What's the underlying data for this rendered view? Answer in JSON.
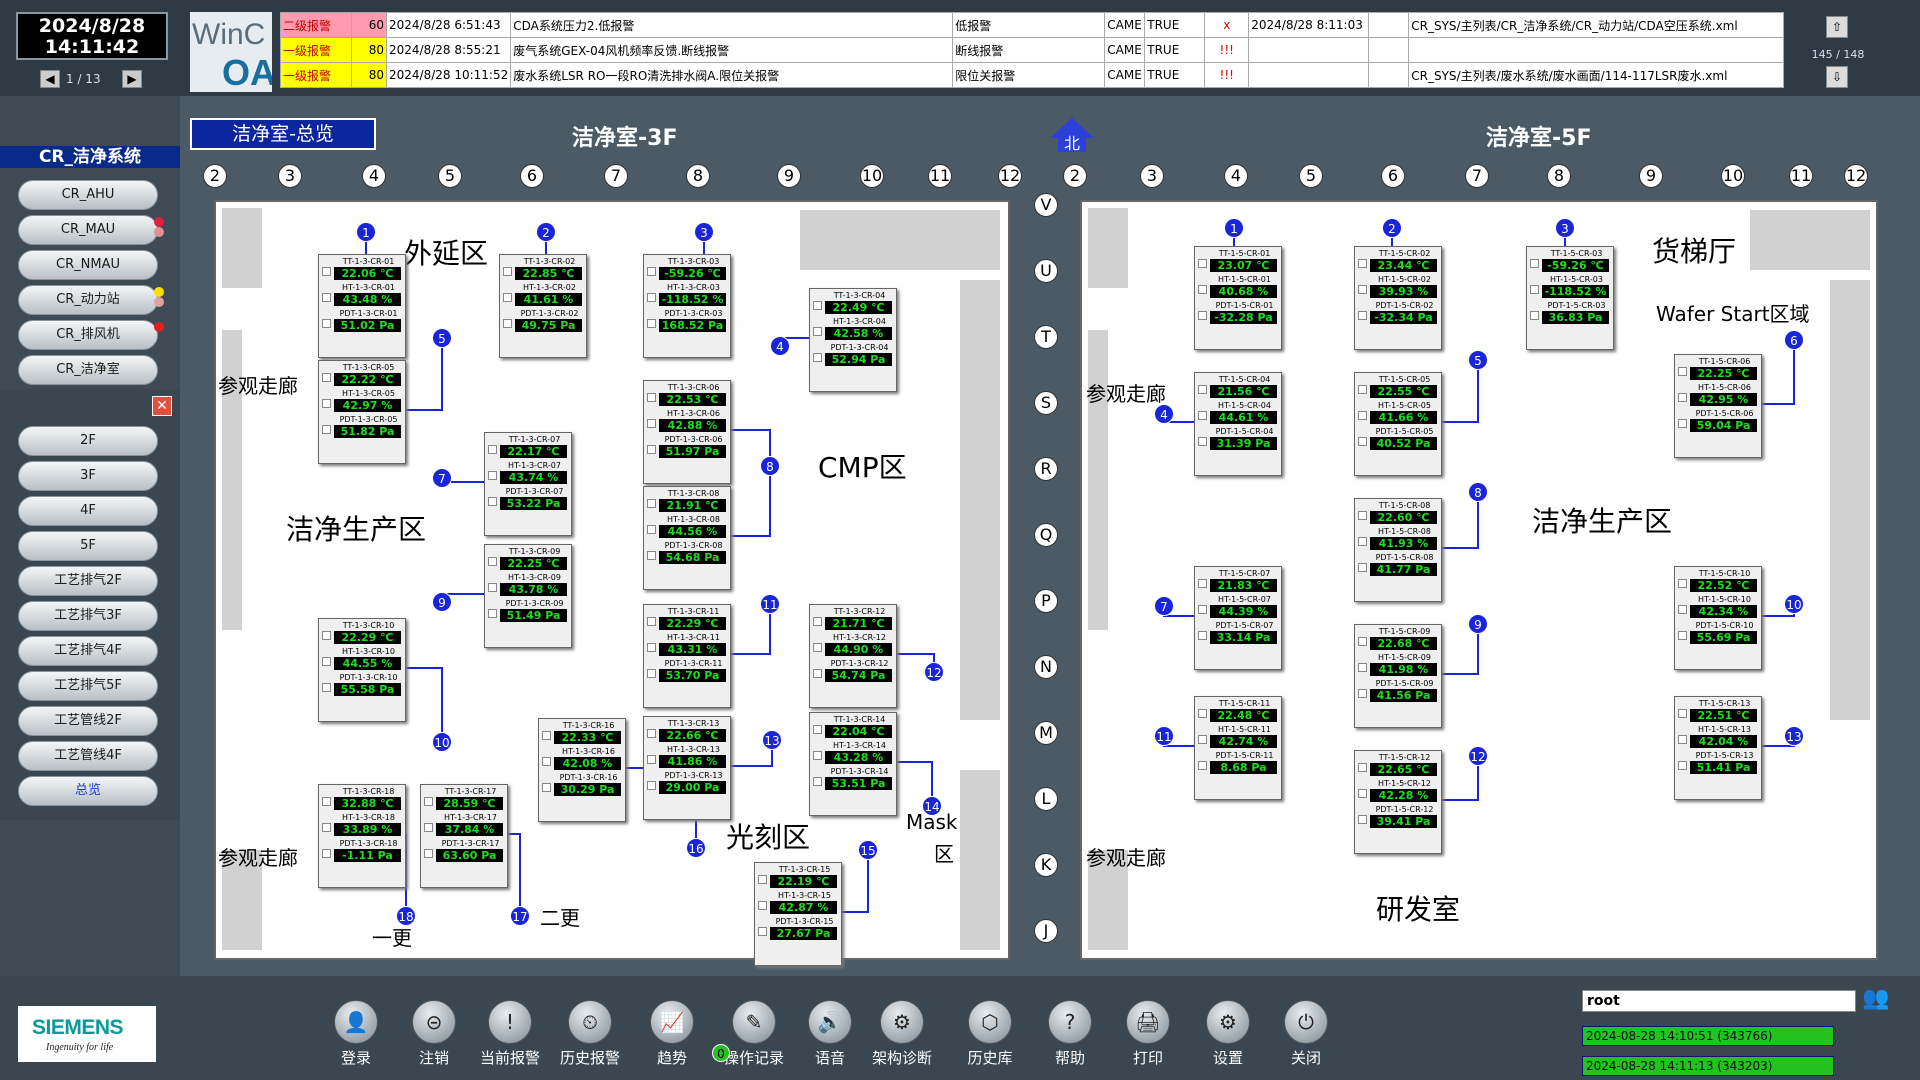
{
  "clock": {
    "date": "2024/8/28",
    "time": "14:11:42"
  },
  "pagenav": {
    "text": "1 / 13"
  },
  "logo": {
    "l1": "WinC",
    "l2": "OA"
  },
  "alarms": [
    {
      "level": "二级报警",
      "prio": "60",
      "time": "2024/8/28 6:51:43",
      "text": "CDA系统压力2.低报警",
      "type": "低报警",
      "state": "CAME",
      "ack": "TRUE",
      "flag": "x",
      "ackTime": "2024/8/28 8:11:03",
      "extra": "",
      "path": "CR_SYS/主列表/CR_洁净系统/CR_动力站/CDA空压系统.xml",
      "color": "#ff9bb0"
    },
    {
      "level": "一级报警",
      "prio": "80",
      "time": "2024/8/28 8:55:21",
      "text": "废气系统GEX-04风机频率反馈.断线报警",
      "type": "断线报警",
      "state": "CAME",
      "ack": "TRUE",
      "flag": "!!!",
      "ackTime": "",
      "extra": "",
      "path": "",
      "color": "#ffff00"
    },
    {
      "level": "一级报警",
      "prio": "80",
      "time": "2024/8/28 10:11:52",
      "text": "废水系统LSR RO一段RO清洗排水阀A.限位关报警",
      "type": "限位关报警",
      "state": "CAME",
      "ack": "TRUE",
      "flag": "!!!",
      "ackTime": "",
      "extra": "",
      "path": "CR_SYS/主列表/废水系统/废水画面/114-117LSR废水.xml",
      "color": "#ffff00"
    }
  ],
  "alarmcount": "145 / 148",
  "system_title": "CR_洁净系统",
  "system_buttons": [
    "CR_AHU",
    "CR_MAU",
    "CR_NMAU",
    "CR_动力站",
    "CR_排风机",
    "CR_洁净室"
  ],
  "floor_buttons": [
    "2F",
    "3F",
    "4F",
    "5F",
    "工艺排气2F",
    "工艺排气3F",
    "工艺排气4F",
    "工艺排气5F",
    "工艺管线2F",
    "工艺管线4F",
    "总览"
  ],
  "tab_overview": "洁净室-总览",
  "north": "北",
  "floor3": {
    "title": "洁净室-3F",
    "zones": [
      "外延区",
      "参观走廊",
      "洁净生产区",
      "CMP区",
      "参观走廊",
      "光刻区",
      "Mask",
      "区",
      "一更",
      "二更"
    ]
  },
  "floor5": {
    "title": "洁净室-5F",
    "zones": [
      "货梯厅",
      "Wafer Start区域",
      "参观走廊",
      "洁净生产区",
      "参观走廊",
      "研发室"
    ]
  },
  "cols3": [
    "2",
    "3",
    "4",
    "5",
    "6",
    "7",
    "8",
    "9",
    "10",
    "11",
    "12"
  ],
  "cols5": [
    "2",
    "3",
    "4",
    "5",
    "6",
    "7",
    "8",
    "9",
    "10",
    "11",
    "12"
  ],
  "rows": [
    "V",
    "U",
    "T",
    "S",
    "R",
    "Q",
    "P",
    "N",
    "M",
    "L",
    "K",
    "J"
  ],
  "sensors3": [
    {
      "n": "01",
      "t": "22.06 ℃",
      "h": "43.48 %",
      "p": "51.02 Pa"
    },
    {
      "n": "02",
      "t": "22.85 ℃",
      "h": "41.61 %",
      "p": "49.75 Pa"
    },
    {
      "n": "03",
      "t": "-59.26 ℃",
      "h": "-118.52 %",
      "p": "168.52 Pa"
    },
    {
      "n": "04",
      "t": "22.49 ℃",
      "h": "42.58 %",
      "p": "52.94 Pa"
    },
    {
      "n": "05",
      "t": "22.22 ℃",
      "h": "42.97 %",
      "p": "51.82 Pa"
    },
    {
      "n": "06",
      "t": "22.53 ℃",
      "h": "42.88 %",
      "p": "51.97 Pa"
    },
    {
      "n": "07",
      "t": "22.17 ℃",
      "h": "43.74 %",
      "p": "53.22 Pa"
    },
    {
      "n": "08",
      "t": "21.91 ℃",
      "h": "44.56 %",
      "p": "54.68 Pa"
    },
    {
      "n": "09",
      "t": "22.25 ℃",
      "h": "43.78 %",
      "p": "51.49 Pa"
    },
    {
      "n": "10",
      "t": "22.29 ℃",
      "h": "44.55 %",
      "p": "55.58 Pa"
    },
    {
      "n": "11",
      "t": "22.29 ℃",
      "h": "43.31 %",
      "p": "53.70 Pa"
    },
    {
      "n": "12",
      "t": "21.71 ℃",
      "h": "44.90 %",
      "p": "54.74 Pa"
    },
    {
      "n": "13",
      "t": "22.66 ℃",
      "h": "41.86 %",
      "p": "29.00 Pa"
    },
    {
      "n": "14",
      "t": "22.04 ℃",
      "h": "43.28 %",
      "p": "53.51 Pa"
    },
    {
      "n": "15",
      "t": "22.19 ℃",
      "h": "42.87 %",
      "p": "27.67 Pa"
    },
    {
      "n": "16",
      "t": "22.33 ℃",
      "h": "42.08 %",
      "p": "30.29 Pa"
    },
    {
      "n": "17",
      "t": "28.59 ℃",
      "h": "37.84 %",
      "p": "63.60 Pa"
    },
    {
      "n": "18",
      "t": "32.88 ℃",
      "h": "33.89 %",
      "p": "-1.11 Pa"
    }
  ],
  "sensors5": [
    {
      "n": "01",
      "t": "23.07 ℃",
      "h": "40.68 %",
      "p": "-32.28 Pa"
    },
    {
      "n": "02",
      "t": "23.44 ℃",
      "h": "39.93 %",
      "p": "-32.34 Pa"
    },
    {
      "n": "03",
      "t": "-59.26 ℃",
      "h": "-118.52 %",
      "p": "36.83 Pa"
    },
    {
      "n": "04",
      "t": "21.56 ℃",
      "h": "44.61 %",
      "p": "31.39 Pa"
    },
    {
      "n": "05",
      "t": "22.55 ℃",
      "h": "41.66 %",
      "p": "40.52 Pa"
    },
    {
      "n": "06",
      "t": "22.25 ℃",
      "h": "42.95 %",
      "p": "59.04 Pa"
    },
    {
      "n": "07",
      "t": "21.83 ℃",
      "h": "44.39 %",
      "p": "33.14 Pa"
    },
    {
      "n": "08",
      "t": "22.60 ℃",
      "h": "41.93 %",
      "p": "41.77 Pa"
    },
    {
      "n": "09",
      "t": "22.68 ℃",
      "h": "41.98 %",
      "p": "41.56 Pa"
    },
    {
      "n": "10",
      "t": "22.52 ℃",
      "h": "42.34 %",
      "p": "55.69 Pa"
    },
    {
      "n": "11",
      "t": "22.48 ℃",
      "h": "42.74 %",
      "p": "8.68 Pa"
    },
    {
      "n": "12",
      "t": "22.65 ℃",
      "h": "42.28 %",
      "p": "39.41 Pa"
    },
    {
      "n": "13",
      "t": "22.51 ℃",
      "h": "42.04 %",
      "p": "51.41 Pa"
    }
  ],
  "toolbar": [
    "登录",
    "注销",
    "当前报警",
    "历史报警",
    "趋势",
    "操作记录",
    "语音",
    "架构诊断",
    "历史库",
    "帮助",
    "打印",
    "设置",
    "关闭"
  ],
  "trend_badge": "0",
  "user": "root",
  "logs": [
    "2024-08-28 14:10:51 (343766)",
    "2024-08-28 14:11:13 (343203)"
  ],
  "siemens": {
    "name": "SIEMENS",
    "tag": "Ingenuity for life"
  }
}
